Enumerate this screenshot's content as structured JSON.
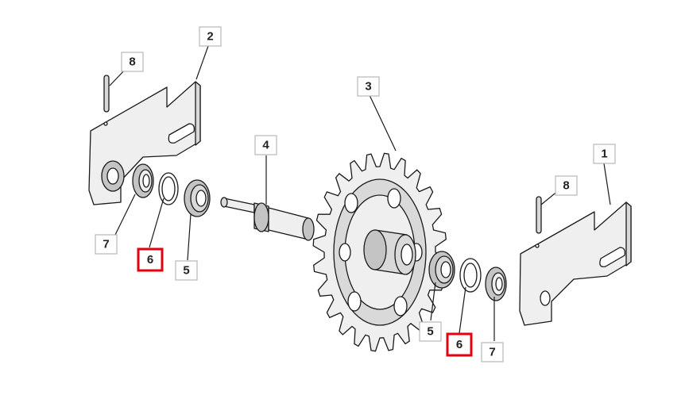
{
  "diagram": {
    "highlight_color": "#e3000f",
    "callouts": [
      {
        "id": "c2-top",
        "label": "2",
        "highlighted": false
      },
      {
        "id": "c8-left",
        "label": "8",
        "highlighted": false
      },
      {
        "id": "c3",
        "label": "3",
        "highlighted": false
      },
      {
        "id": "c4",
        "label": "4",
        "highlighted": false
      },
      {
        "id": "c1",
        "label": "1",
        "highlighted": false
      },
      {
        "id": "c8-right",
        "label": "8",
        "highlighted": false
      },
      {
        "id": "c7-left",
        "label": "7",
        "highlighted": false
      },
      {
        "id": "c6-left",
        "label": "6",
        "highlighted": true
      },
      {
        "id": "c5-left",
        "label": "5",
        "highlighted": false
      },
      {
        "id": "c5-right",
        "label": "5",
        "highlighted": false
      },
      {
        "id": "c6-right",
        "label": "6",
        "highlighted": true
      },
      {
        "id": "c7-right",
        "label": "7",
        "highlighted": false
      }
    ]
  }
}
